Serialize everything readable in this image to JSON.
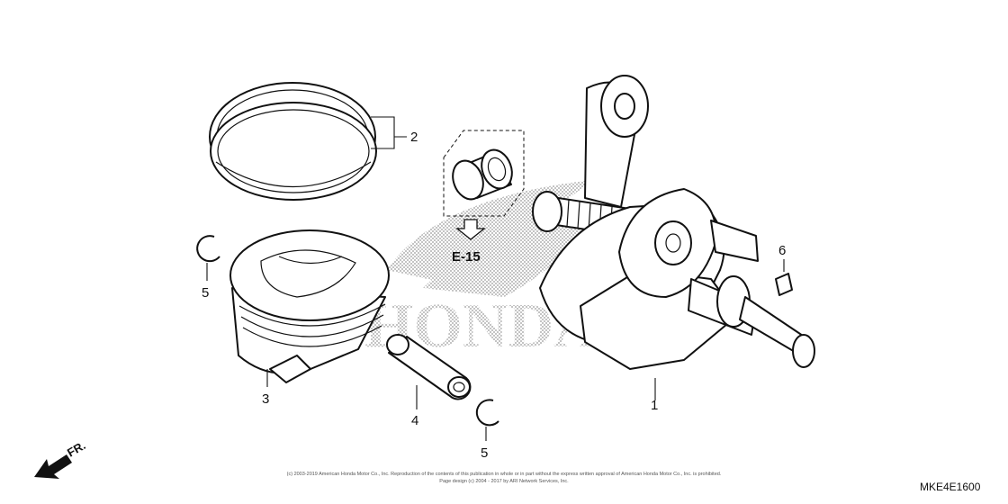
{
  "diagram": {
    "watermark": "HONDA",
    "reference": {
      "label": "E-15"
    },
    "direction": {
      "label": "FR."
    },
    "callouts": {
      "crankshaft": "1",
      "piston_rings": "2",
      "piston": "3",
      "piston_pin": "4",
      "clip_left": "5",
      "clip_right": "5",
      "key": "6"
    },
    "copyright_line1": "(c) 2003-2019 American Honda Motor Co., Inc. Reproduction of the contents of this publication in whole or in part without the express written approval of American Honda Motor Co., Inc. is prohibited.",
    "copyright_line2": "Page design (c) 2004 - 2017 by ARI Network Services, Inc.",
    "diagram_code": "MKE4E1600"
  }
}
